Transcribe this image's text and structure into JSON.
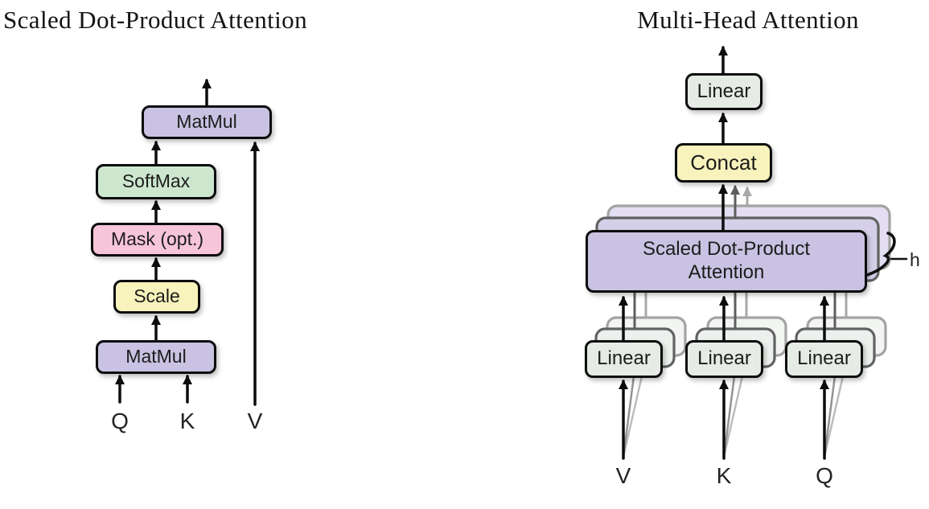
{
  "figure": {
    "left": {
      "title": "Scaled Dot-Product Attention",
      "matmul_top": "MatMul",
      "softmax": "SoftMax",
      "mask": "Mask (opt.)",
      "scale": "Scale",
      "matmul_bottom": "MatMul",
      "input_q": "Q",
      "input_k": "K",
      "input_v": "V"
    },
    "right": {
      "title": "Multi-Head Attention",
      "linear_top": "Linear",
      "concat": "Concat",
      "attention_line1": "Scaled Dot-Product",
      "attention_line2": "Attention",
      "linear_v": "Linear",
      "linear_k": "Linear",
      "linear_q": "Linear",
      "input_v": "V",
      "input_k": "K",
      "input_q": "Q",
      "heads_label": "h"
    }
  },
  "colors": {
    "purple": "#c9c2e2",
    "purple-ghost-mid": "#d5cfe9",
    "purple-ghost-back": "#e3def1",
    "green": "#cde7cf",
    "pink": "#f7c5d9",
    "yellow": "#f8f3bc",
    "graybox": "#e6ebe6",
    "graybox-ghost-mid": "#edf1ed",
    "graybox-ghost-back": "#f3f5f3",
    "border": "#0d0d0d",
    "ghost-stroke-mid": "#626262",
    "ghost-stroke-back": "#a3a3a3",
    "arrow-dark-gray": "#5e5e5e",
    "arrow-light-gray": "#a8a8a8",
    "text": "#1c1c1c"
  }
}
